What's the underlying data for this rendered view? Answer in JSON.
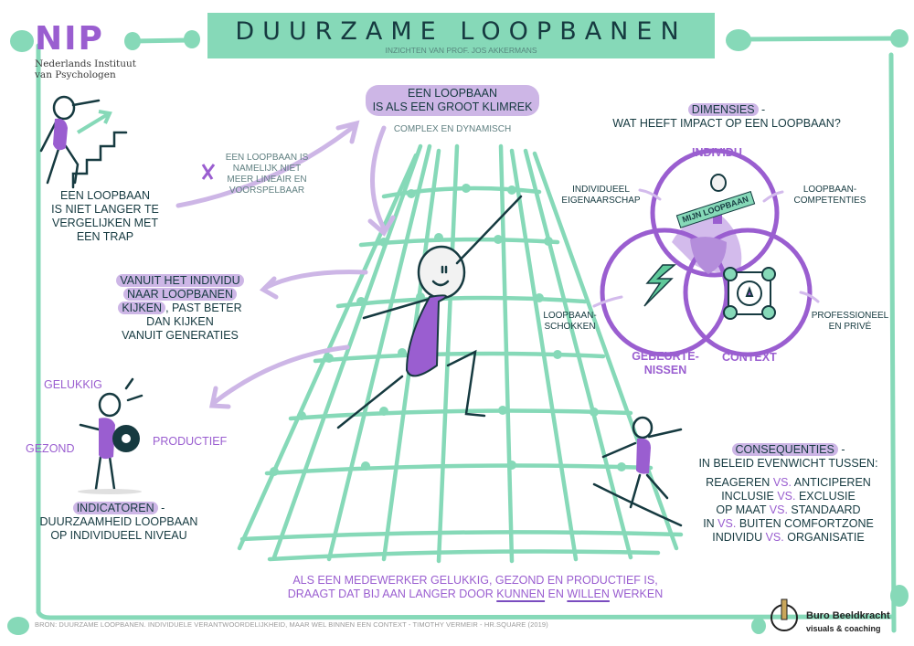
{
  "header": {
    "title": "DUURZAME LOOPBANEN",
    "subtitle": "INZICHTEN VAN PROF. JOS AKKERMANS"
  },
  "logo": {
    "brand": "NIP",
    "name_line1": "Nederlands Instituut",
    "name_line2": "van Psychologen"
  },
  "stairs_section": {
    "caption_lines": [
      "EEN LOOPBAAN",
      "IS NIET LANGER TE",
      "VERGELIJKEN MET",
      "EEN TRAP"
    ],
    "note_lines": [
      "EEN LOOPBAAN IS",
      "NAMELIJK NIET",
      "MEER LINEAIR EN",
      "VOORSPELBAAR"
    ],
    "cross_icon": "x-mark"
  },
  "climbing_frame": {
    "heading_lines": [
      "EEN LOOPBAAN",
      "IS ALS EEN GROOT KLIMREK"
    ],
    "subheading": "COMPLEX EN DYNAMISCH"
  },
  "individual_section": {
    "highlight_lines": [
      "VANUIT HET INDIVIDU",
      "NAAR LOOPBANEN",
      "KIJKEN"
    ],
    "rest_line3": ", PAST BETER",
    "lines_after": [
      "DAN KIJKEN",
      "VANUIT GENERATIES"
    ]
  },
  "indicators": {
    "happy": "GELUKKIG",
    "healthy": "GEZOND",
    "productive": "PRODUCTIEF",
    "heading": "INDICATOREN",
    "heading_suffix": " -",
    "lines": [
      "DUURZAAMHEID LOOPBAAN",
      "OP INDIVIDUEEL NIVEAU"
    ]
  },
  "dimensions": {
    "heading": "DIMENSIES",
    "heading_suffix": " -",
    "question": "WAT HEEFT IMPACT OP EEN LOOPBAAN?",
    "circles": [
      {
        "label": "INDIVIDU"
      },
      {
        "label_lines": [
          "GEBEURTE-",
          "NISSEN"
        ]
      },
      {
        "label": "CONTEXT"
      }
    ],
    "annotations": {
      "ownership": [
        "INDIVIDUEEL",
        "EIGENAARSCHAP"
      ],
      "competencies": [
        "LOOPBAAN-",
        "COMPETENTIES"
      ],
      "shocks": [
        "LOOPBAAN-",
        "SCHOKKEN"
      ],
      "professional": [
        "PROFESSIONEEL",
        "EN PRIVÉ"
      ]
    },
    "sign_text": "MIJN LOOPBAAN",
    "colors": {
      "circle": "#9a5ed0",
      "overlap": "#d3bbec",
      "center": "#b48ddb"
    }
  },
  "consequences": {
    "heading": "CONSEQUENTIES",
    "heading_suffix": " -",
    "subheading": "IN BELEID EVENWICHT TUSSEN:",
    "vs_label": "VS.",
    "pairs": [
      {
        "left": "REAGEREN",
        "right": "ANTICIPEREN"
      },
      {
        "left": "INCLUSIE",
        "right": "EXCLUSIE"
      },
      {
        "left": "OP MAAT",
        "right": "STANDAARD"
      },
      {
        "left": "IN",
        "right": "BUITEN COMFORTZONE"
      },
      {
        "left": "INDIVIDU",
        "right": "ORGANISATIE"
      }
    ]
  },
  "conclusion": {
    "line1": "ALS EEN MEDEWERKER GELUKKIG, GEZOND EN PRODUCTIEF IS,",
    "line2_a": "DRAAGT DAT BIJ AAN LANGER DOOR ",
    "line2_u1": "KUNNEN",
    "line2_b": " EN ",
    "line2_u2": "WILLEN",
    "line2_c": " WERKEN"
  },
  "footer": {
    "source": "BRON: DUURZAME LOOPBANEN. INDIVIDUELE VERANTWOORDELIJKHEID, MAAR WEL BINNEN EEN CONTEXT - TIMOTHY VERMEIR - HR.SQUARE (2019)",
    "credit_name": "Buro Beeldkracht",
    "credit_sub": "visuals & coaching"
  },
  "colors": {
    "mint": "#86d9b8",
    "purple": "#9a5ed0",
    "lavender": "#cdb6e6",
    "dark": "#163a40"
  }
}
